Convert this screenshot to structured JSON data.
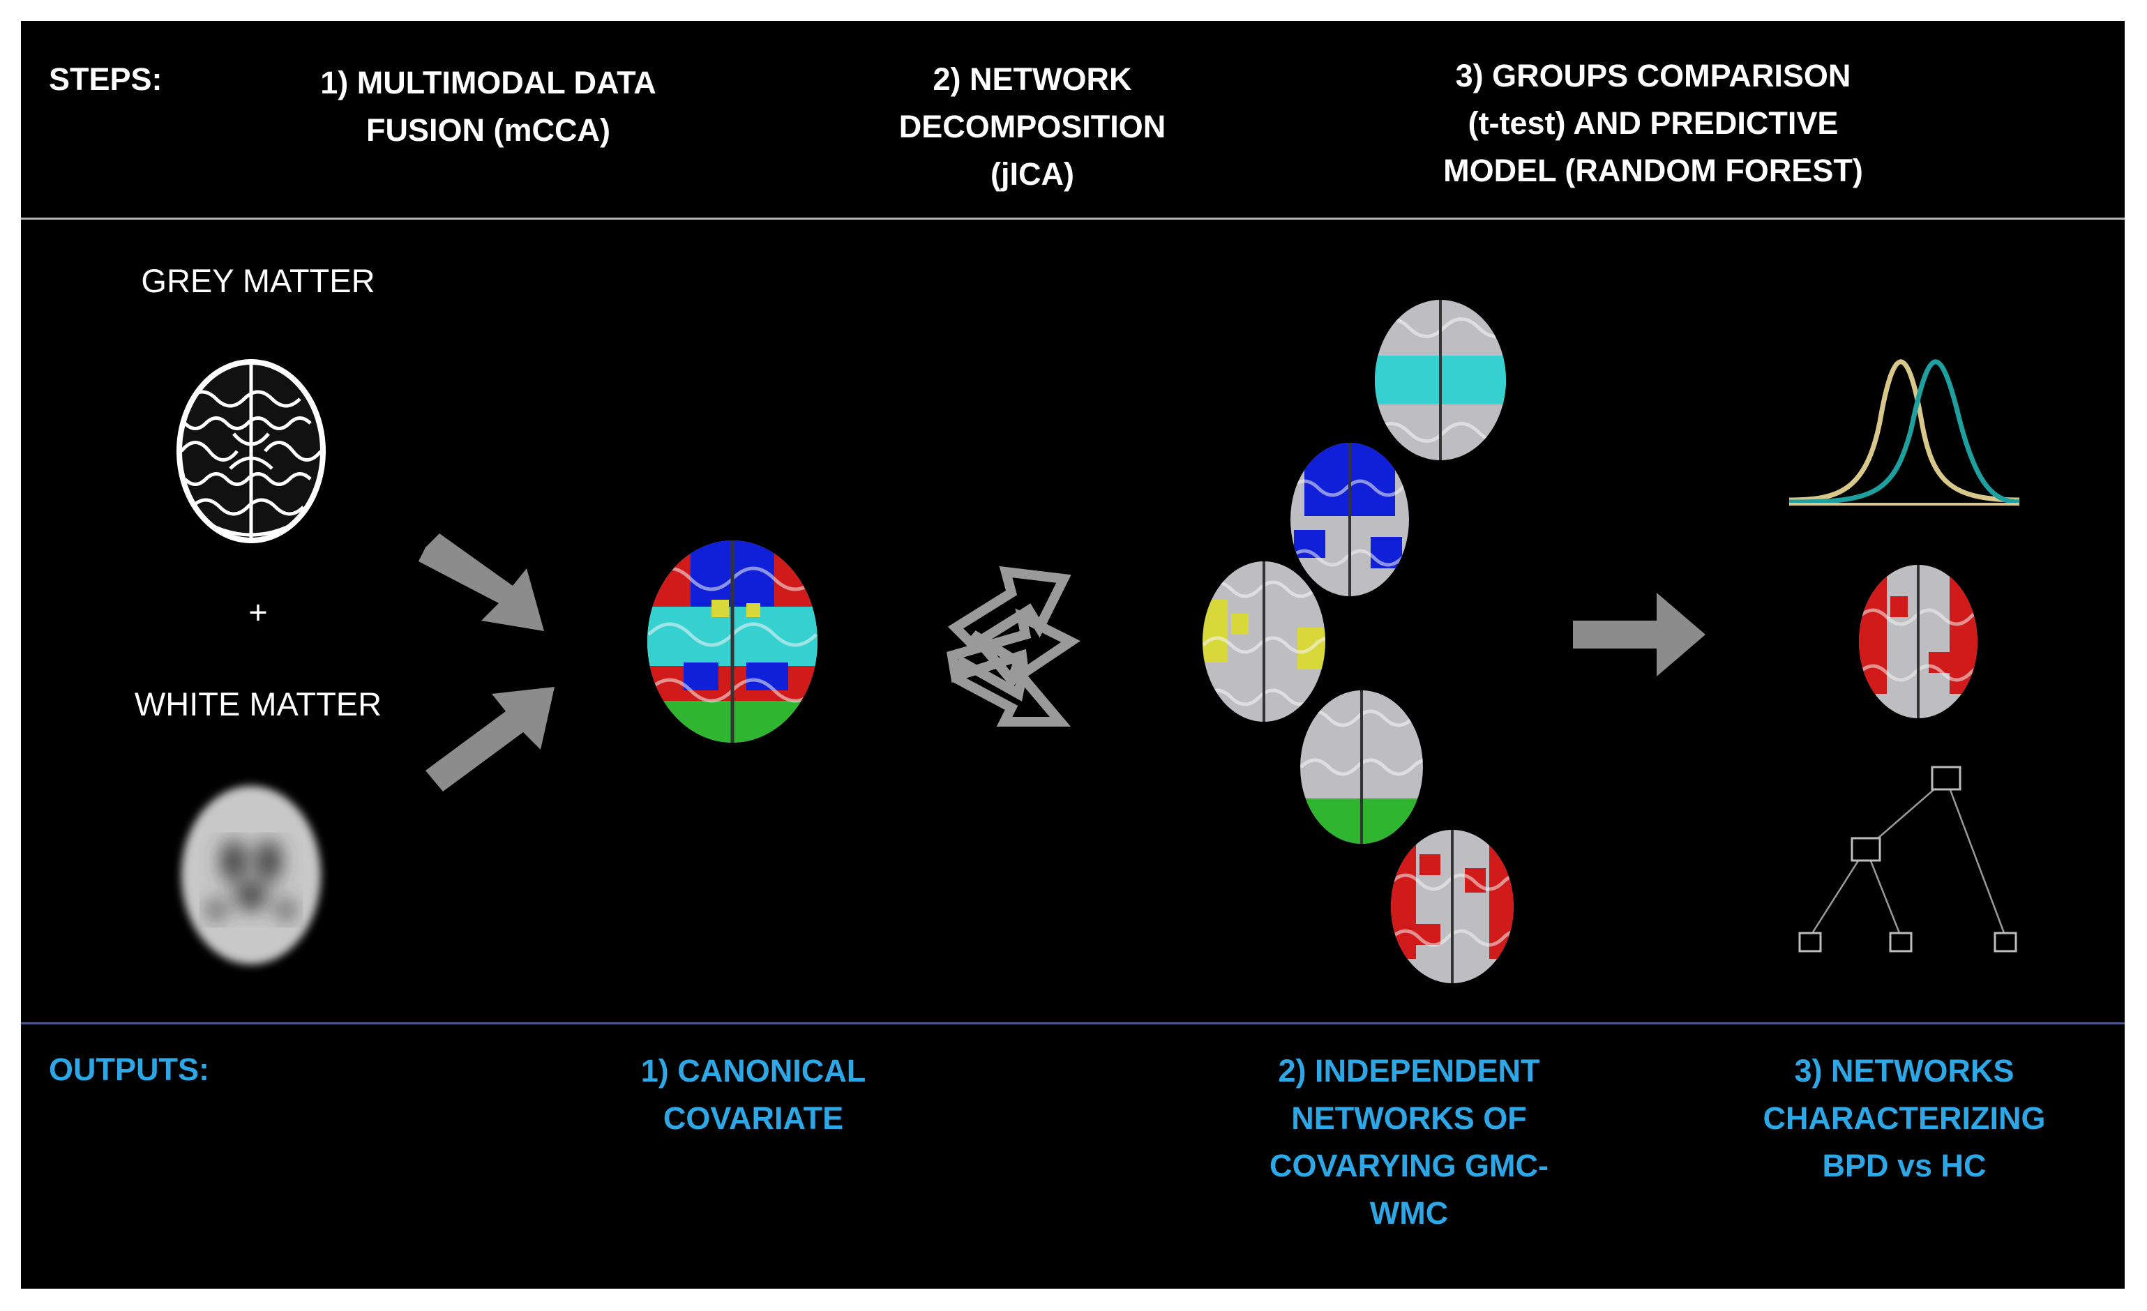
{
  "header": {
    "steps_label": "STEPS:",
    "step1": "1) MULTIMODAL DATA\nFUSION (mCCA)",
    "step2": "2) NETWORK\nDECOMPOSITION\n(jICA)",
    "step3": "3) GROUPS COMPARISON\n(t-test) AND PREDICTIVE\nMODEL (RANDOM FOREST)"
  },
  "inputs": {
    "grey_matter": "GREY MATTER",
    "plus": "+",
    "white_matter": "WHITE MATTER"
  },
  "outputs": {
    "label": "OUTPUTS:",
    "out1": "1) CANONICAL\nCOVARIATE",
    "out2": "2) INDEPENDENT\nNETWORKS OF\nCOVARYING GMC-\nWMC",
    "out3": "3) NETWORKS\nCHARACTERIZING\nBPD vs HC"
  },
  "colors": {
    "background": "#000000",
    "text": "#ffffff",
    "output_text": "#2da7e5",
    "arrow": "#8c8c8c",
    "brain_surface": "#b9b9bd",
    "net_red": "#d11a1a",
    "net_blue": "#1020d8",
    "net_cyan": "#36d0d0",
    "net_green": "#2fb52f",
    "net_yellow": "#d8d83a",
    "curve_yellow": "#d8c98a",
    "curve_teal": "#1fa0a0"
  },
  "icons": {
    "grey_matter_scan": "grey-matter-brain-slice",
    "white_matter_scan": "white-matter-brain-slice",
    "canonical_brain": "multicolor-brain-render",
    "distributions": "two-overlapping-distribution-curves",
    "tree": "decision-tree-diagram"
  }
}
